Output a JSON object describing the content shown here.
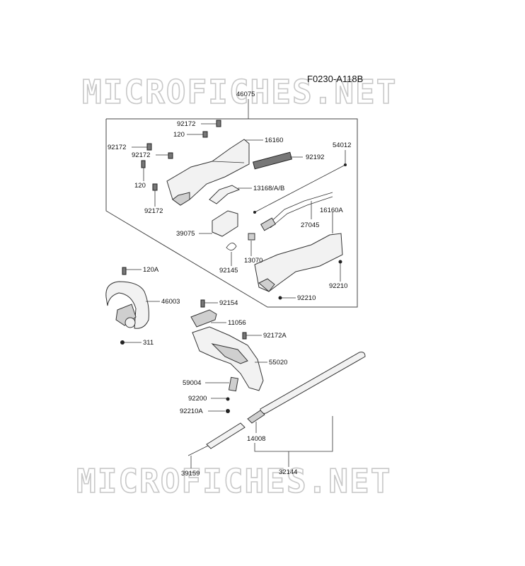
{
  "diagram": {
    "code": "F0230-A118B",
    "watermark": "MICROFICHES.NET",
    "labels": {
      "p46075": "46075",
      "p92172_a": "92172",
      "p120_a": "120",
      "p16160": "16160",
      "p92172_b": "92172",
      "p92172_c": "92172",
      "p92192": "92192",
      "p54012": "54012",
      "p120_b": "120",
      "p13168": "13168/A/B",
      "p92172_d": "92172",
      "p16160A": "16160A",
      "p27045": "27045",
      "p39075": "39075",
      "p13070": "13070",
      "p92145": "92145",
      "p92210_a": "92210",
      "p92210_b": "92210",
      "p120A": "120A",
      "p46003": "46003",
      "p311": "311",
      "p92154": "92154",
      "p11056": "11056",
      "p92172A": "92172A",
      "p55020": "55020",
      "p59004": "59004",
      "p92200": "92200",
      "p92210A": "92210A",
      "p14008": "14008",
      "p39159": "39159",
      "p32144": "32144"
    }
  }
}
